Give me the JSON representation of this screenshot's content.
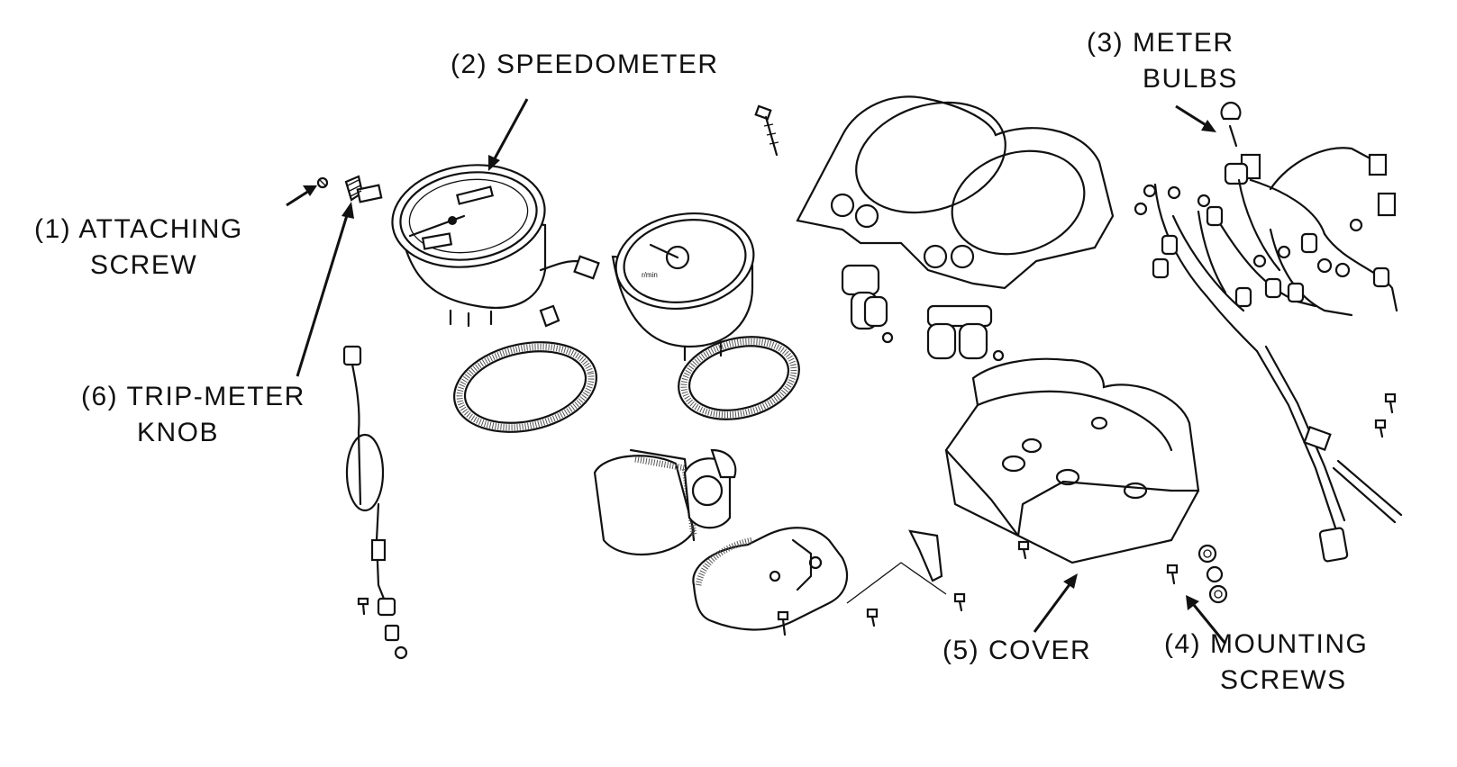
{
  "labels": {
    "attaching_screw": {
      "line1": "(1) ATTACHING",
      "line2": "SCREW"
    },
    "speedometer": {
      "line1": "(2) SPEEDOMETER"
    },
    "meter_bulbs": {
      "line1": "(3) METER",
      "line2": "BULBS"
    },
    "mounting_screws": {
      "line1": "(4) MOUNTING",
      "line2": "SCREWS"
    },
    "cover": {
      "line1": "(5) COVER"
    },
    "trip_meter_knob": {
      "line1": "(6) TRIP-METER",
      "line2": "KNOB"
    }
  },
  "colors": {
    "ink": "#111111",
    "paper": "#ffffff"
  }
}
